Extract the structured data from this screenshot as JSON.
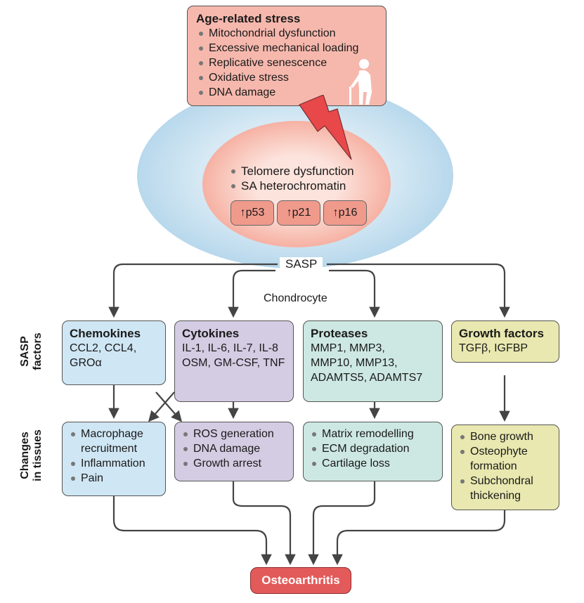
{
  "stress": {
    "title": "Age-related stress",
    "items": [
      "Mitochondrial dysfunction",
      "Excessive mechanical loading",
      "Replicative senescence",
      "Oxidative stress",
      "DNA damage"
    ],
    "icon": "elderly-person-icon"
  },
  "cell": {
    "nucleus_items": [
      "Telomere dysfunction",
      "SA heterochromatin"
    ],
    "markers": [
      "↑p53",
      "↑p21",
      "↑p16"
    ],
    "label": "Chondrocyte"
  },
  "sasp_label": "SASP",
  "row_labels": {
    "factors": "SASP factors",
    "changes": "Changes in tissues"
  },
  "factors": [
    {
      "title": "Chemokines",
      "text": "CCL2, CCL4, GROα"
    },
    {
      "title": "Cytokines",
      "text": "IL-1, IL-6, IL-7, IL-8 OSM, GM-CSF, TNF"
    },
    {
      "title": "Proteases",
      "text": "MMP1, MMP3, MMP10, MMP13, ADAMTS5, ADAMTS7"
    },
    {
      "title": "Growth factors",
      "text": "TGFβ, IGFBP"
    }
  ],
  "changes": [
    {
      "items": [
        "Macrophage recruitment",
        "Inflammation",
        "Pain"
      ]
    },
    {
      "items": [
        "ROS generation",
        "DNA damage",
        "Growth arrest"
      ]
    },
    {
      "items": [
        "Matrix remodelling",
        "ECM degradation",
        "Cartilage loss"
      ]
    },
    {
      "items": [
        "Bone growth",
        "Osteophyte formation",
        "Subchondral thickening"
      ]
    }
  ],
  "outcome": "Osteoarthritis",
  "colors": {
    "stress_fill": "#f6b8ad",
    "cell_outer": "#d6e9f4",
    "nucleus": "#f8c4b8",
    "chemokines": "#cfe6f4",
    "cytokines": "#d4cce3",
    "proteases": "#cde8e2",
    "growth": "#e8e8b0",
    "outcome": "#e35a5a",
    "bolt": "#e8484a"
  }
}
